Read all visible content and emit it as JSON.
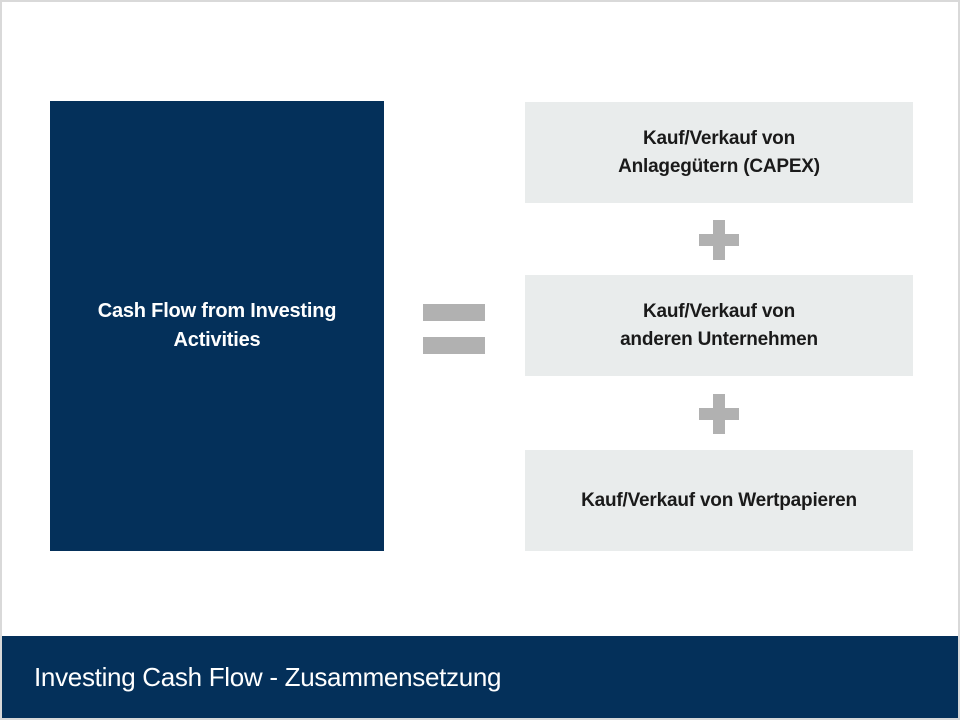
{
  "main": {
    "label": "Cash Flow from Investing Activities"
  },
  "components": [
    {
      "label": "Kauf/Verkauf von\nAnlagegütern (CAPEX)"
    },
    {
      "label": "Kauf/Verkauf von\nanderen Unternehmen"
    },
    {
      "label": "Kauf/Verkauf von Wertpapieren"
    }
  ],
  "footer": {
    "title": "Investing Cash Flow - Zusammensetzung"
  },
  "colors": {
    "navy": "#04305a",
    "component_bg": "#e9ecec",
    "operator_gray": "#b1b1b1"
  },
  "icons": {
    "equals": "equals-icon",
    "plus": "plus-icon"
  }
}
